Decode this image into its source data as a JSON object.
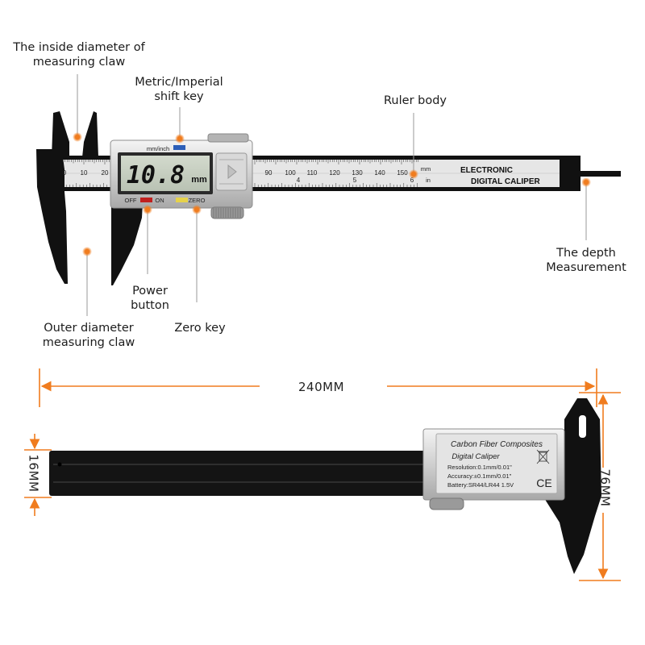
{
  "colors": {
    "accent": "#f07c1e",
    "body": "#111111",
    "ruler": "#e8e8e8",
    "lcd": "#c7cfc2"
  },
  "callouts": {
    "inside_claw": "The inside diameter of\nmeasuring claw",
    "shift_key": "Metric/Imperial\nshift key",
    "ruler_body": "Ruler body",
    "depth": "The depth\nMeasurement",
    "power": "Power\nbutton",
    "outer_claw": "Outer diameter\nmeasuring claw",
    "zero_key": "Zero key"
  },
  "caliper": {
    "display_reading": "10.8",
    "display_unit": "mm",
    "unit_label": "mm/inch",
    "off_label": "OFF",
    "on_label": "ON",
    "zero_label": "ZERO",
    "brand_line1": "ELECTRONIC",
    "brand_line2": "DIGITAL CALIPER",
    "scale_mm_label": "mm",
    "scale_in_label": "in",
    "mm_scale": [
      "0",
      "10",
      "20",
      "90",
      "100",
      "110",
      "120",
      "130",
      "140",
      "150"
    ],
    "in_scale": [
      "4",
      "5",
      "6"
    ]
  },
  "back_view": {
    "title1": "Carbon Fiber Composites",
    "title2": "Digital Caliper",
    "resolution": "Resolution:0.1mm/0.01\"",
    "accuracy": "Accuracy:±0.1mm/0.01\"",
    "battery": "Battery:SR44/LR44 1.5V",
    "ce_mark": "CE"
  },
  "dimensions": {
    "length": "240MM",
    "height": "16MM",
    "width": "76MM"
  }
}
